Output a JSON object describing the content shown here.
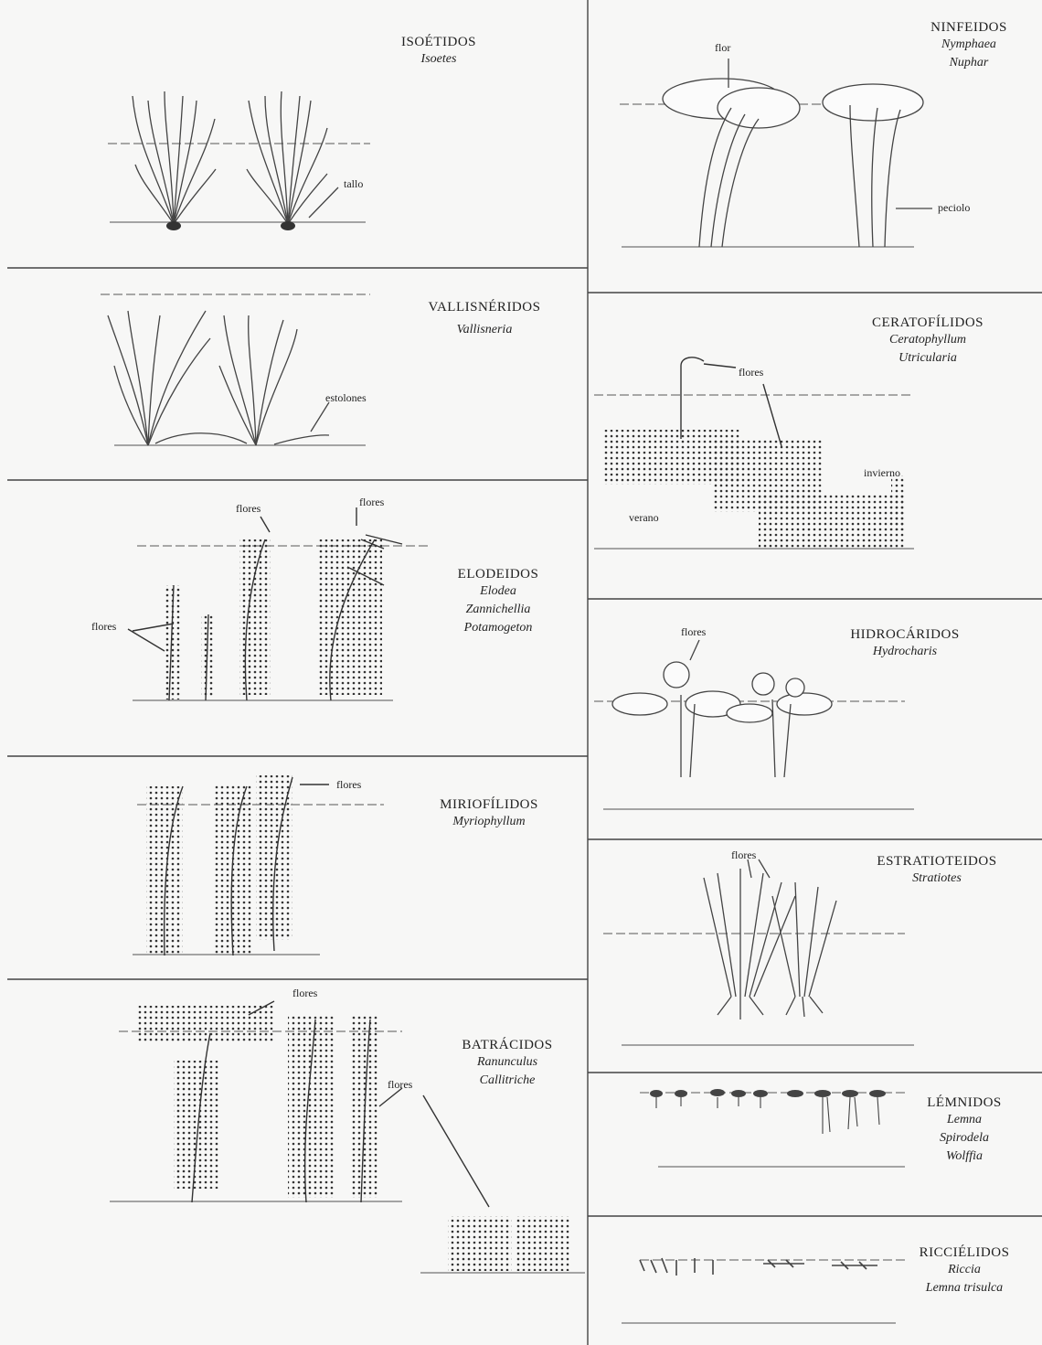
{
  "panels": {
    "isoetidos": {
      "group": "ISOÉTIDOS",
      "species": [
        "Isoetes"
      ],
      "annotations": [
        "tallo"
      ]
    },
    "ninfeidos": {
      "group": "NINFEIDOS",
      "species": [
        "Nymphaea",
        "Nuphar"
      ],
      "annotations": [
        "flor",
        "peciolo"
      ]
    },
    "vallisneridos": {
      "group": "VALLISNÉRIDOS",
      "species": [
        "Vallisneria"
      ],
      "annotations": [
        "estolones"
      ]
    },
    "ceratofilidos": {
      "group": "CERATOFÍLIDOS",
      "species": [
        "Ceratophyllum",
        "Utricularia"
      ],
      "annotations": [
        "flores",
        "invierno",
        "verano"
      ]
    },
    "elodeidos": {
      "group": "ELODEIDOS",
      "species": [
        "Elodea",
        "Zannichellia",
        "Potamogeton"
      ],
      "annotations": [
        "flores",
        "flores",
        "flores"
      ]
    },
    "hidrocaridos": {
      "group": "HIDROCÁRIDOS",
      "species": [
        "Hydrocharis"
      ],
      "annotations": [
        "flores"
      ]
    },
    "miriofilidos": {
      "group": "MIRIOFÍLIDOS",
      "species": [
        "Myriophyllum"
      ],
      "annotations": [
        "flores"
      ]
    },
    "estratioteidos": {
      "group": "ESTRATIOTEIDOS",
      "species": [
        "Stratiotes"
      ],
      "annotations": [
        "flores"
      ]
    },
    "batracidos": {
      "group": "BATRÁCIDOS",
      "species": [
        "Ranunculus",
        "Callitriche"
      ],
      "annotations": [
        "flores",
        "flores"
      ]
    },
    "lemnidos": {
      "group": "LÉMNIDOS",
      "species": [
        "Lemna",
        "Spirodela",
        "Wolffia"
      ]
    },
    "riccielidos": {
      "group": "RICCIÉLIDOS",
      "species": [
        "Riccia",
        "Lemna trisulca"
      ]
    }
  }
}
